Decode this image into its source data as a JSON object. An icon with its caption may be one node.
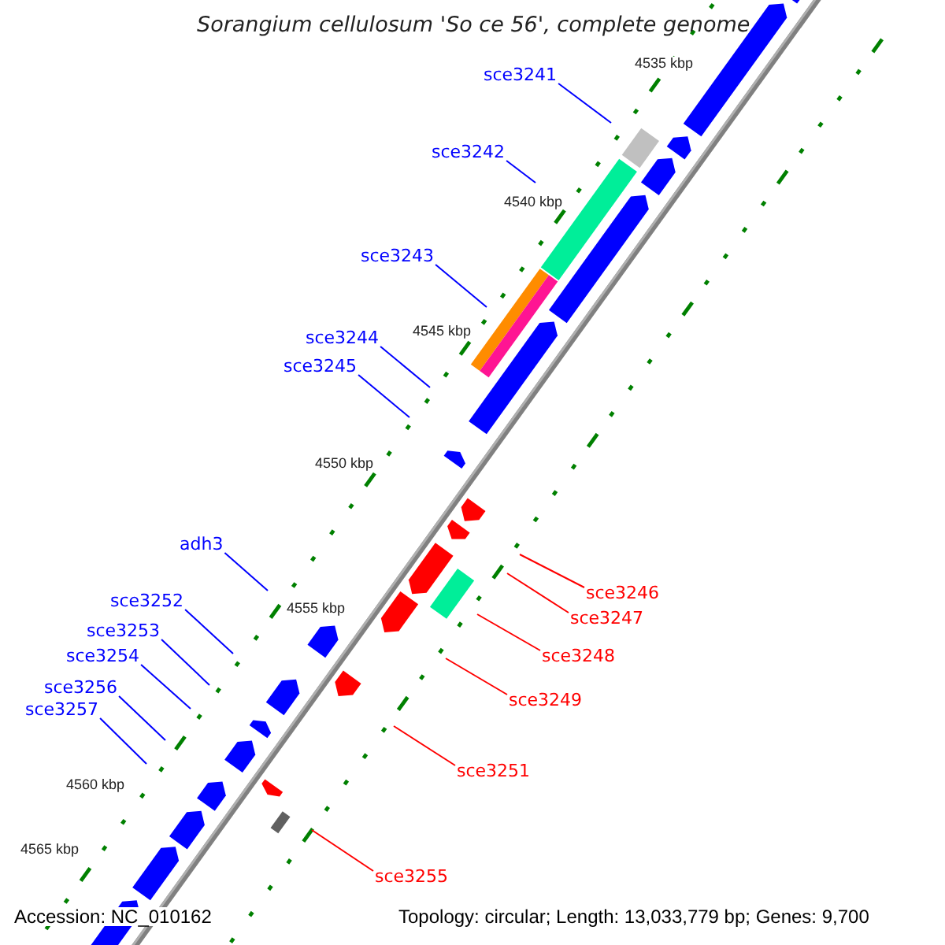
{
  "diagram": {
    "title": "Sorangium cellulosum 'So ce 56', complete genome",
    "nodes": [
      {
        "text": [
          "sce3241"
        ]
      },
      {
        "text": [
          "sce3242"
        ]
      },
      {
        "text": [
          "sce3243"
        ]
      },
      {
        "text": [
          "sce3244"
        ]
      },
      {
        "text": [
          "sce3245"
        ]
      },
      {
        "text": [
          "adh3"
        ]
      },
      {
        "text": [
          "sce3252"
        ]
      },
      {
        "text": [
          "sce3253"
        ]
      },
      {
        "text": [
          "sce3254"
        ]
      },
      {
        "text": [
          "sce3256"
        ]
      },
      {
        "text": [
          "sce3257"
        ]
      },
      {
        "text": [
          "sce3246"
        ]
      },
      {
        "text": [
          "sce3247"
        ]
      },
      {
        "text": [
          "sce3248"
        ]
      },
      {
        "text": [
          "sce3249"
        ]
      },
      {
        "text": [
          "sce3251"
        ]
      },
      {
        "text": [
          "sce3255"
        ]
      }
    ],
    "edges": [
      {
        "from": 0,
        "to": null,
        "arrow": "none"
      },
      {
        "from": 1,
        "to": null,
        "arrow": "none"
      },
      {
        "from": 2,
        "to": null,
        "arrow": "none"
      },
      {
        "from": 3,
        "to": null,
        "arrow": "none"
      },
      {
        "from": 4,
        "to": null,
        "arrow": "none"
      },
      {
        "from": 5,
        "to": null,
        "arrow": "none"
      },
      {
        "from": 6,
        "to": null,
        "arrow": "none"
      },
      {
        "from": 7,
        "to": null,
        "arrow": "none"
      },
      {
        "from": 8,
        "to": null,
        "arrow": "none"
      },
      {
        "from": 9,
        "to": null,
        "arrow": "none"
      },
      {
        "from": 10,
        "to": null,
        "arrow": "none"
      },
      {
        "from": 11,
        "to": null,
        "arrow": "none",
        "color": "#ff0000"
      },
      {
        "from": 12,
        "to": null,
        "arrow": "none",
        "color": "#ff0000"
      },
      {
        "from": 13,
        "to": null,
        "arrow": "none",
        "color": "#ff0000"
      },
      {
        "from": 14,
        "to": null,
        "arrow": "none",
        "color": "#ff0000"
      },
      {
        "from": 15,
        "to": null,
        "arrow": "none",
        "color": "#ff0000"
      },
      {
        "from": 16,
        "to": null,
        "arrow": "none",
        "color": "#ff0000"
      }
    ],
    "labels": [
      "4535 kbp",
      "4540 kbp",
      "4545 kbp",
      "4550 kbp",
      "4555 kbp",
      "4560 kbp",
      "4565 kbp",
      "Accession: NC_010162",
      "Topology: circular; Length: 13,033,779 bp; Genes: 9,700"
    ]
  }
}
